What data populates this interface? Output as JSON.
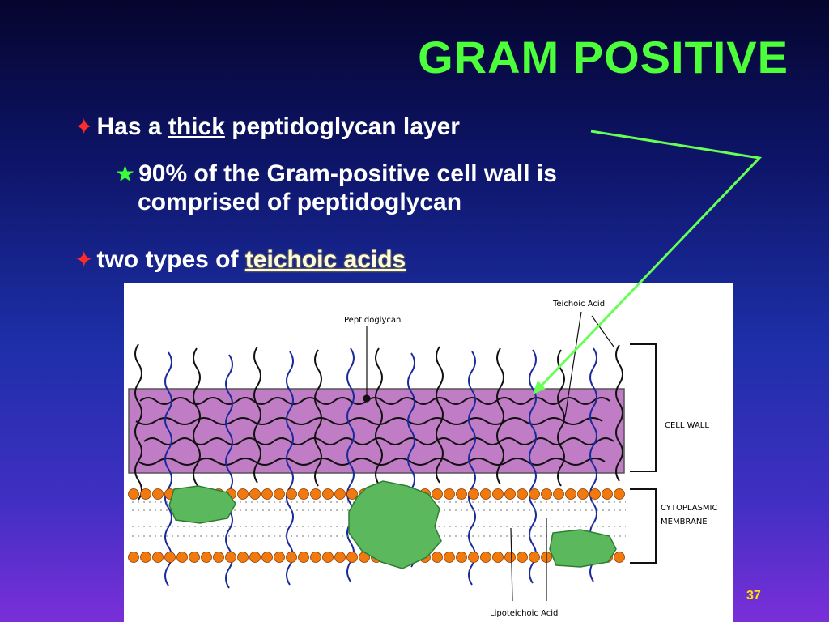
{
  "slide": {
    "title": "GRAM POSITIVE",
    "page_number": "37"
  },
  "bullets": {
    "b1": {
      "prefix": "Has a ",
      "emph": "thick",
      "suffix": " peptidoglycan layer"
    },
    "b2": {
      "line1": "90% of the Gram-positive cell wall is",
      "line2": "comprised of peptidoglycan"
    },
    "b3": {
      "prefix": "two types of ",
      "emph": "teichoic acids"
    }
  },
  "diagram": {
    "labels": {
      "peptidoglycan": "Peptidoglycan",
      "teichoic_acid": "Teichoic Acid",
      "cell_wall": "CELL WALL",
      "cytoplasmic_1": "CYTOPLASMIC",
      "cytoplasmic_2": "MEMBRANE",
      "lipoteichoic_acid": "Lipoteichoic Acid"
    }
  },
  "colors": {
    "title": "#4cff3a",
    "bullet_red": "#ff2b2b",
    "bullet_green": "#38ff38",
    "cell_wall": "#c07cc4",
    "protein": "#5cb85c",
    "lipid_head": "#f07a10",
    "pointer_line": "#66ff55",
    "page_number": "#ffe000"
  }
}
